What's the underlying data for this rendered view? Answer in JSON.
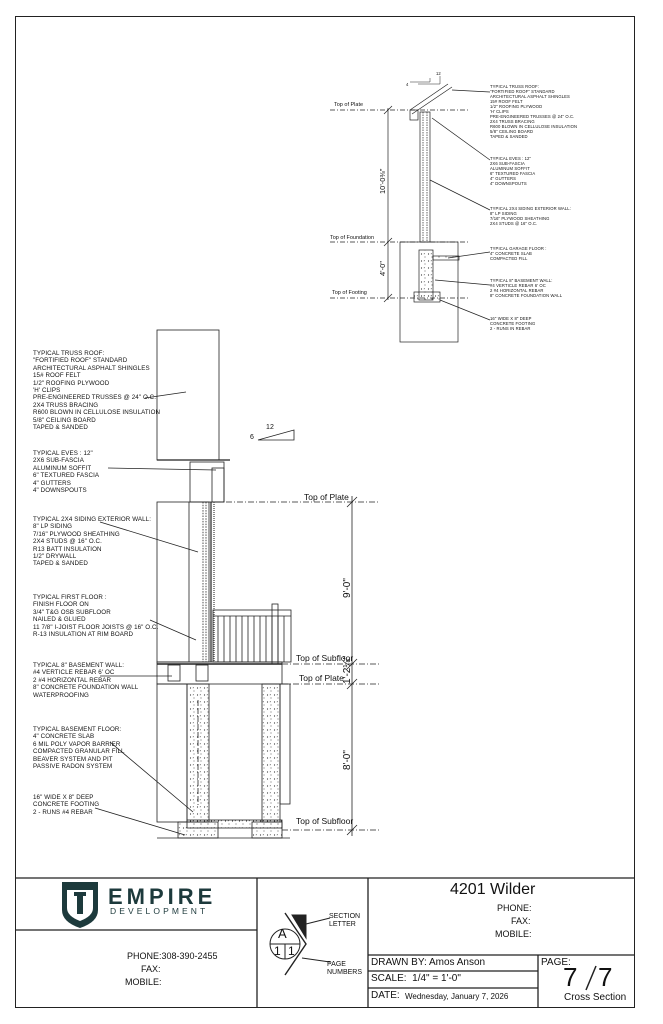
{
  "detail_small": {
    "slope_rise": "12",
    "slope_run": "4",
    "notes": {
      "roof": "TYPICAL TRUSS ROOF:\n\"FORTIFIED ROOF\" STANDARD\nARCHITECTURAL ASPHALT SHINGLES\n15# ROOF FELT\n1/2\" ROOFING PLYWOOD\n'H' CLIPS\nPRE-ENGINEERED TRUSSES @ 24\" o.c.\n2x4 TRUSS BRACING\nR600 BLOWN IN CELLULOSE INSULATION\n5/8\" CEILING BOARD\nTAPED & SANDED",
      "eves": "TYPICAL EVES : 12\"\n2X6 SUB-FASCIA\nALUMINUM SOFFIT\n6\" TEXTURED FASCIA\n4\" GUTTERS\n4\" DOWNSPOUTS",
      "wall": "TYPICAL 2x4 SIDING EXTERIOR WALL:\n8\" LP SIDING\n7/16\" PLYWOOD SHEATHING\n2x4 STUDS @ 16\" o.c.",
      "garage": "TYPICAL GARAGE FLOOR :\n4\" CONCRETE SLAB\nCOMPACTED FILL",
      "basement": "TYPICAL 8\" BASEMENT WALL:\n#4 VERTICLE REBAR 6' OC\n2 #4 HORIZONTAL REBAR\n8\" CONCRETE FOUNDATION WALL",
      "footing": "16\" WIDE x 8\" DEEP\nCONCRETE FOOTING\n2 - RUNS IN REBAR"
    },
    "levels": {
      "plate": "Top of Plate",
      "foundation": "Top of Foundation",
      "footing": "Top of Footing"
    },
    "dims": {
      "wall": "10'-0⅜\"",
      "foundation": "4'-0\""
    }
  },
  "detail_large": {
    "slope_rise": "12",
    "slope_run": "6",
    "notes": {
      "roof": "TYPICAL TRUSS ROOF:\n\"FORTIFIED ROOF\" STANDARD\nARCHITECTURAL ASPHALT SHINGLES\n15# ROOF FELT\n1/2\" ROOFING PLYWOOD\n'H' CLIPS\nPRE-ENGINEERED TRUSSES @ 24\" o.c.\n2x4 TRUSS BRACING\nR600 BLOWN IN CELLULOSE INSULATION\n5/8\" CEILING BOARD\nTAPED & SANDED",
      "eves": "TYPICAL EVES : 12\"\n2X6 SUB-FASCIA\nALUMINUM SOFFIT\n6\" TEXTURED FASCIA\n4\" GUTTERS\n4\" DOWNSPOUTS",
      "wall": "TYPICAL 2x4 SIDING EXTERIOR WALL:\n8\" LP SIDING\n7/16\" PLYWOOD SHEATHING\n2x4 STUDS @ 16\" o.c.\nR13 BATT INSULATION\n1/2\" DRYWALL\nTAPED & SANDED",
      "floor": "TYPICAL FIRST FLOOR :\nFINISH FLOOR ON\n3/4\" T&G OSB SUBFLOOR\nNAILED & GLUED\n11 7/8\" I-JOIST FLOOR JOISTS @ 16\" o.c.\nR-13 INSULATION AT RIM BOARD",
      "basement": "TYPICAL 8\" BASEMENT WALL:\n#4 VERTICLE REBAR 6' OC\n2 #4 HORIZONTAL REBAR\n8\" CONCRETE FOUNDATION WALL\nWATERPROOFING",
      "bfloor": "TYPICAL BASEMENT FLOOR:\n4\" CONCRETE SLAB\n6 mil POLY VAPOR BARRIER\nCOMPACTED GRANULAR FILL\nBEAVER SYSTEM AND PIT\nPASSIVE RADON SYSTEM",
      "footing": "16\" WIDE x 8\" DEEP\nCONCRETE FOOTING\n2 - RUNS #4 REBAR"
    },
    "levels": {
      "plate1": "Top of Plate",
      "subfloor1": "Top of Subfloor",
      "plate2": "Top of Plate",
      "subfloor2": "Top of Subfloor"
    },
    "dims": {
      "wall": "9'-0\"",
      "floor": "1'-2⅛\"",
      "basement": "8'-0\""
    }
  },
  "title_block": {
    "company_name": "EMPIRE",
    "company_sub": "DEVELOPMENT",
    "company_phone": "PHONE:308-390-2455",
    "company_fax": "FAX:",
    "company_mobile": "MOBILE:",
    "legend_letter": "A",
    "legend_number": "1",
    "legend_page": "1",
    "section_letter_label": "SECTION\nLETTER",
    "page_numbers_label": "PAGE\nNUMBERS",
    "project_name": "4201 Wilder",
    "project_phone": "PHONE:",
    "project_fax": "FAX:",
    "project_mobile": "MOBILE:",
    "drawn_by": "DRAWN BY: Amos Anson",
    "scale": "SCALE:  1/4\" = 1'-0\"",
    "date_label": "DATE:",
    "date_value": "Wednesday, January 7, 2026",
    "page_label": "PAGE:",
    "page_current": "7",
    "page_total": "7",
    "sheet_title": "Cross Section",
    "colors": {
      "logo": "#1d3a3c",
      "line": "#222222"
    }
  }
}
